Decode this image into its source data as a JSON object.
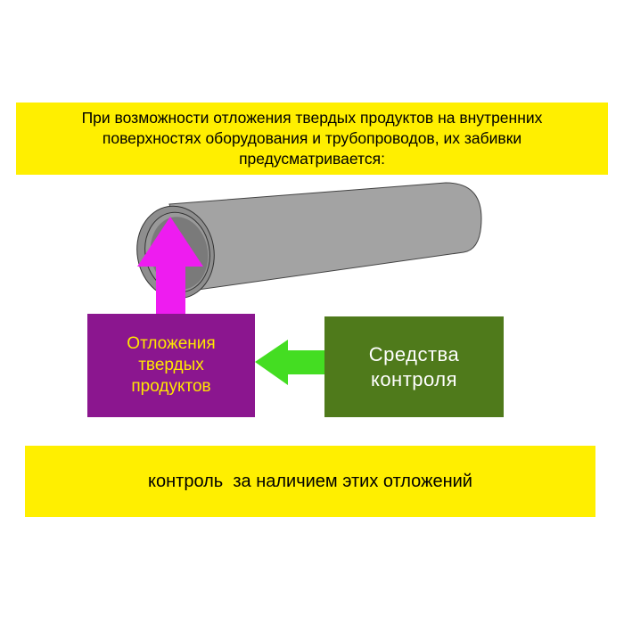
{
  "header": {
    "lines": [
      "При возможности отложения твердых продуктов на внутренних",
      "поверхностях оборудования и трубопроводов, их забивки",
      "предусматривается:"
    ]
  },
  "deposits_box": {
    "lines": [
      "Отложения",
      "твердых",
      "продуктов"
    ]
  },
  "control_box": {
    "lines": [
      "Средства",
      "контроля"
    ]
  },
  "footer": {
    "text": "контроль  за наличием этих отложений"
  },
  "colors": {
    "yellow": "#ffef00",
    "purple": "#8b168f",
    "green_box": "#4f7a1b",
    "magenta_arrow": "#ee1cf0",
    "green_arrow": "#44dd22",
    "pipe": "#a3a3a3"
  }
}
